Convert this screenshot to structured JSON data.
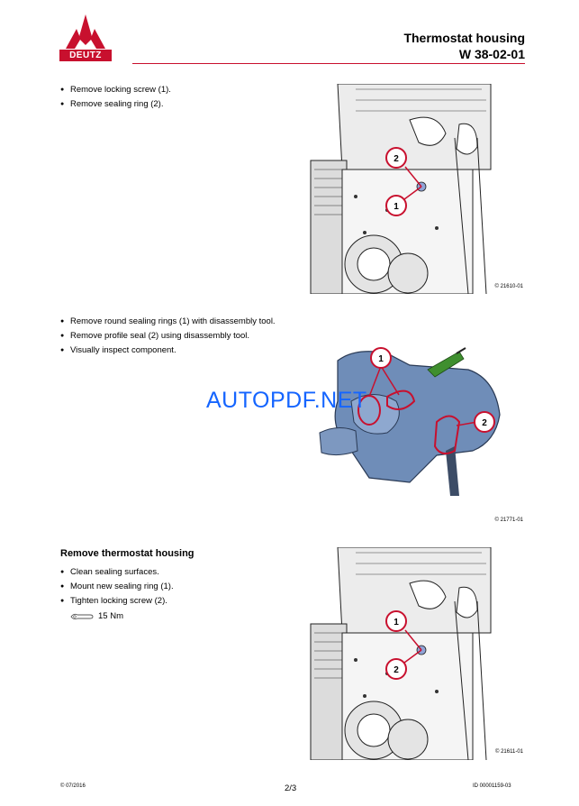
{
  "header": {
    "brand": "DEUTZ",
    "title": "Thermostat housing",
    "code": "W 38-02-01"
  },
  "step1": {
    "items": [
      "Remove locking screw (1).",
      "Remove sealing ring (2)."
    ],
    "figure_ref": "© 21610-01",
    "callouts": [
      "2",
      "1"
    ]
  },
  "step2": {
    "items": [
      "Remove round sealing rings (1) with disassembly tool.",
      "Remove profile seal (2) using disassembly tool.",
      "Visually inspect component."
    ],
    "figure_ref": "© 21771-01",
    "callouts": [
      "1",
      "2"
    ]
  },
  "step3": {
    "heading": "Remove thermostat housing",
    "items": [
      "Clean sealing surfaces.",
      "Mount new sealing ring (1).",
      "Tighten locking screw (2)."
    ],
    "torque": "15 Nm",
    "figure_ref": "© 21611-01",
    "callouts": [
      "1",
      "2"
    ]
  },
  "watermark": "AUTOPDF.NET",
  "footer": {
    "date": "© 07/2016",
    "page": "2/3",
    "id": "ID 00001159-03"
  },
  "colors": {
    "accent_red": "#c8102e",
    "watermark_blue": "#1565ff",
    "part_blue": "#6f8db8"
  }
}
